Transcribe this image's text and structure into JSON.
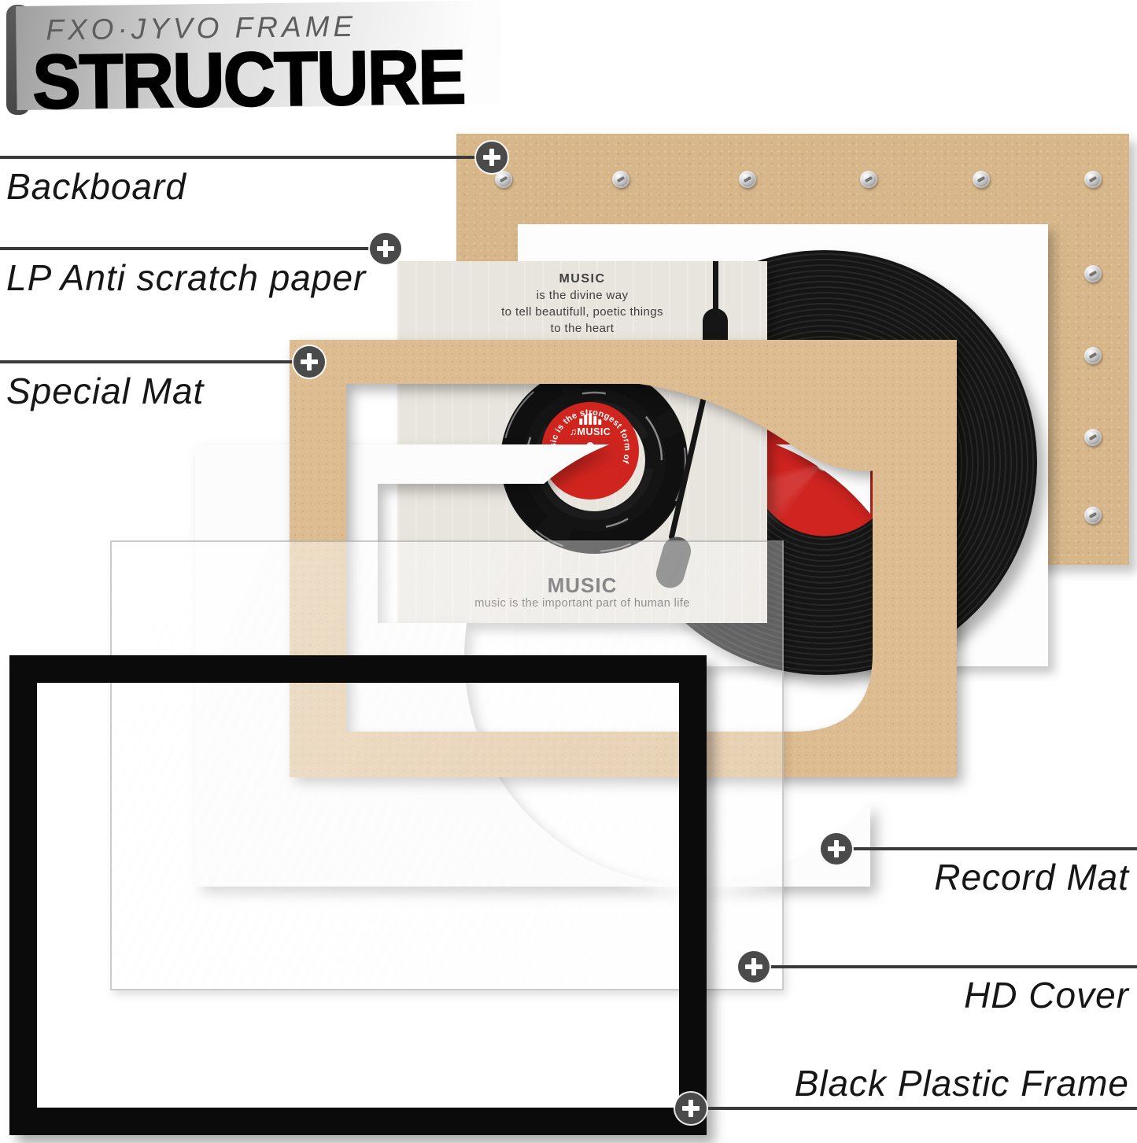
{
  "header": {
    "brand": "FXO·JYVO FRAME",
    "title": "STRUCTURE"
  },
  "labels": {
    "backboard": "Backboard",
    "lp_paper": "LP Anti scratch paper",
    "special_mat": "Special Mat",
    "record_mat": "Record Mat",
    "hd_cover": "HD Cover",
    "black_frame": "Black Plastic Frame"
  },
  "poster": {
    "top_lines": [
      "MUSIC",
      "is the divine way",
      "to tell beautifull, poetic things",
      "to the heart"
    ],
    "heart": "♥",
    "disc_curved_text": "Music is the strongest form of magic",
    "disc_center_text": "♫MUSIC",
    "bottom_title": "MUSIC",
    "bottom_subtitle": "music is the important part of human life"
  },
  "colors": {
    "kraft_backboard": "#d7b68a",
    "kraft_mat": "#dcbc90",
    "label_red": "#d0251f",
    "frame_black": "#0b0b0b",
    "mat_white": "#fcfcfc",
    "annotation_gray": "#4a4a4a"
  },
  "icons": {
    "plus": "plus-connector",
    "screw": "metal-screw"
  }
}
